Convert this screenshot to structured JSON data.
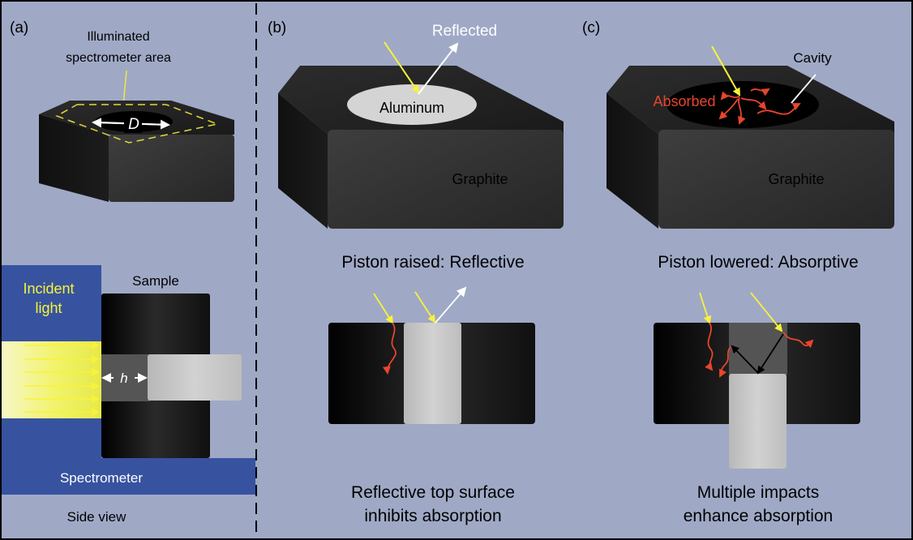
{
  "panels": {
    "a": {
      "label": "(a)",
      "area_label_line1": "Illuminated",
      "area_label_line2": "spectrometer area",
      "dimension_symbol": "D",
      "sample_label": "Sample",
      "incident_line1": "Incident",
      "incident_line2": "light",
      "gap_symbol": "h",
      "spectrometer_label": "Spectrometer",
      "view_caption": "Side view"
    },
    "b": {
      "label": "(b)",
      "reflected_label": "Reflected",
      "aluminum_label": "Aluminum",
      "graphite_label": "Graphite",
      "state_caption": "Piston raised: Reflective",
      "caption_line1": "Reflective top surface",
      "caption_line2": "inhibits absorption"
    },
    "c": {
      "label": "(c)",
      "cavity_label": "Cavity",
      "absorbed_label": "Absorbed",
      "graphite_label": "Graphite",
      "state_caption": "Piston lowered: Absorptive",
      "caption_line1": "Multiple impacts",
      "caption_line2": "enhance absorption"
    }
  },
  "colors": {
    "background": "#9fa9c6",
    "graphite": "#2b2b2b",
    "spectrometer_blue": "#3753a0",
    "incident_yellow": "#f7f33a",
    "absorbed_red": "#e8452c",
    "reflected_white": "#ffffff",
    "aluminum": "#d4d4d4"
  }
}
